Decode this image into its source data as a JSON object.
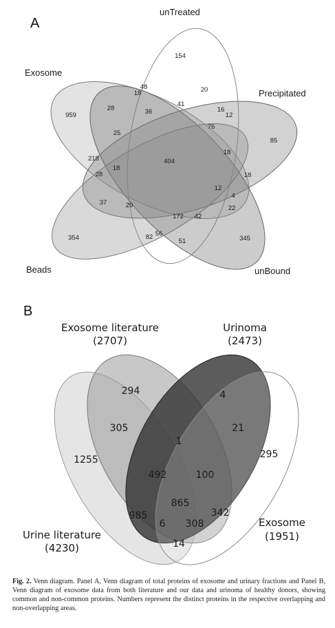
{
  "panelA": {
    "letter": "A",
    "sets": [
      {
        "key": "exosome",
        "label": "Exosome"
      },
      {
        "key": "untreated",
        "label": "unTreated"
      },
      {
        "key": "precipitated",
        "label": "Precipitated"
      },
      {
        "key": "unbound",
        "label": "unBound"
      },
      {
        "key": "beads",
        "label": "Beads"
      }
    ],
    "region_counts": [
      "154",
      "959",
      "48",
      "18",
      "20",
      "28",
      "36",
      "41",
      "16",
      "12",
      "85",
      "76",
      "25",
      "218",
      "18",
      "404",
      "18",
      "18",
      "28",
      "12",
      "4",
      "22",
      "37",
      "29",
      "172",
      "42",
      "354",
      "82",
      "56",
      "51",
      "345"
    ]
  },
  "panelB": {
    "letter": "B",
    "sets": [
      {
        "key": "exosome_lit",
        "label": "Exosome literature",
        "count": "(2707)"
      },
      {
        "key": "urinoma",
        "label": "Urinoma",
        "count": "(2473)"
      },
      {
        "key": "urine_lit",
        "label": "Urine literature",
        "count": "(4230)"
      },
      {
        "key": "exosome",
        "label": "Exosome",
        "count": "(1951)"
      }
    ],
    "region_counts": [
      "294",
      "4",
      "305",
      "21",
      "1",
      "1255",
      "295",
      "492",
      "100",
      "865",
      "985",
      "342",
      "6",
      "308",
      "14"
    ]
  },
  "caption": {
    "label": "Fig. 2.",
    "text": " Venn diagram. Panel A, Venn diagram of total proteins of exosome and urinary fractions and Panel B, Venn diagram of exosome data from both literature and our data and urinoma of healthy donors, showing common and non-common proteins. Numbers represent the distinct proteins in the respective overlapping and non-overlapping areas."
  }
}
